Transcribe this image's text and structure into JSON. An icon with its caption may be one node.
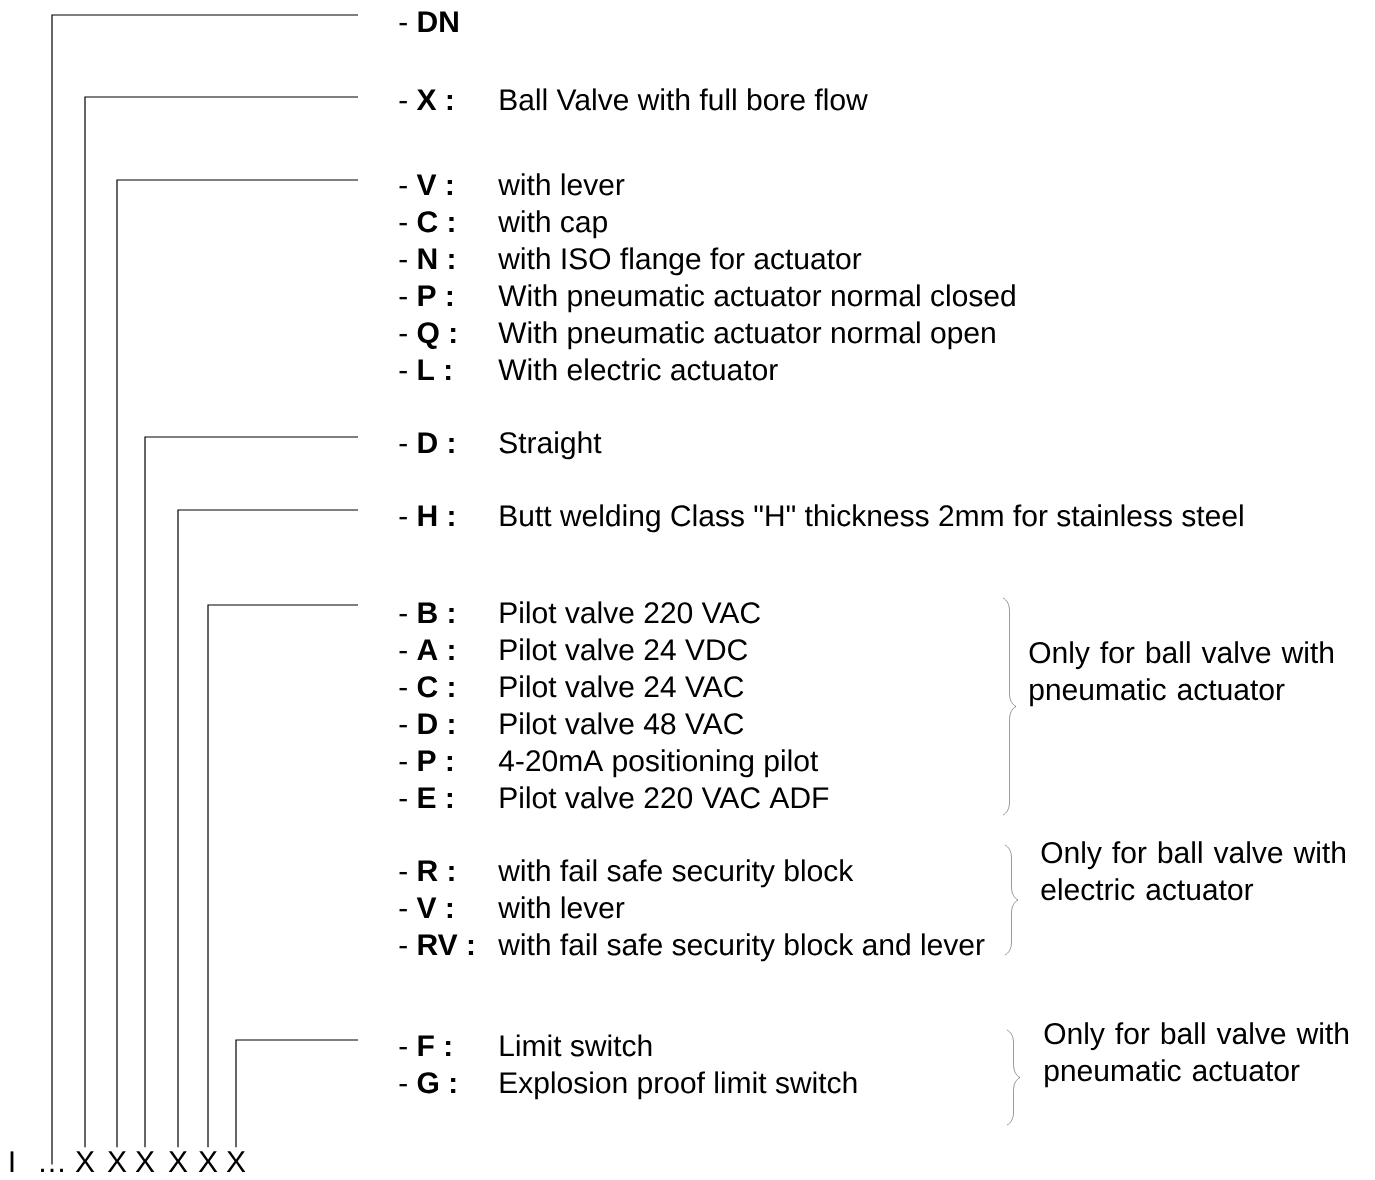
{
  "diagram": {
    "nodes": [
      {
        "text": [
          "- **DN**"
        ]
      },
      {
        "text": [
          "- **X :**",
          "Ball Valve with full bore flow"
        ]
      },
      {
        "text": [
          "- **V :**",
          "with lever",
          "- **C :**",
          "with cap",
          "- **N :**",
          "with ISO flange for actuator",
          "- **P :**",
          "With pneumatic actuator normal closed",
          "- **Q :**",
          "With pneumatic actuator normal open",
          "- **L :**",
          "With electric actuator"
        ]
      },
      {
        "text": [
          "- **D :**",
          "Straight"
        ]
      },
      {
        "text": [
          "- **H :**",
          "Butt welding Class \"H\" thickness 2mm for stainless steel"
        ]
      },
      {
        "text": [
          "- **B :**",
          "Pilot valve 220 VAC",
          "- **A :**",
          "Pilot valve 24 VDC",
          "- **C :**",
          "Pilot valve 24 VAC",
          "- **D :**",
          "Pilot valve 48 VAC",
          "- **P :**",
          "4-20mA positioning pilot",
          "- **E :**",
          "Pilot valve 220 VAC ADF",
          "- **R :**",
          "with fail safe security block",
          "- **V :**",
          "with lever",
          "- **RV :**",
          "with fail safe security block and lever"
        ],
        "beside": [
          "Only for ball valve with pneumatic actuator",
          "Only for ball valve with electric actuator"
        ]
      },
      {
        "text": [
          "- **F :**",
          "Limit switch",
          "- **G :**",
          "Explosion proof limit switch"
        ]
      },
      {
        "text": [
          "…"
        ]
      },
      {
        "text": [
          "X"
        ]
      },
      {
        "text": [
          "X"
        ]
      },
      {
        "text": [
          "X"
        ]
      },
      {
        "text": [
          "X"
        ]
      },
      {
        "text": [
          "X"
        ]
      },
      {
        "text": [
          "X"
        ]
      }
    ],
    "edges": [
      {
        "from": 7,
        "to": 0,
        "arrow": "none"
      },
      {
        "from": 8,
        "to": 1,
        "arrow": "none"
      },
      {
        "from": 9,
        "to": 2,
        "arrow": "none"
      },
      {
        "from": 10,
        "to": 3,
        "arrow": "none"
      },
      {
        "from": 11,
        "to": 4,
        "arrow": "none"
      },
      {
        "from": 12,
        "to": 5,
        "arrow": "none"
      },
      {
        "from": 13,
        "to": 6,
        "arrow": "none"
      }
    ],
    "labels": [
      "Only for ball valve with pneumatic actuator",
      "I"
    ]
  }
}
